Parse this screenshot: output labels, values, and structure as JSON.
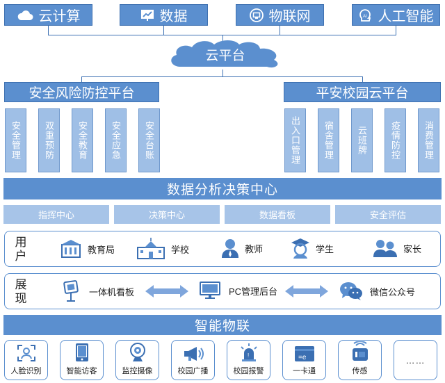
{
  "top_services": [
    {
      "label": "云计算",
      "icon": "cloud-icon"
    },
    {
      "label": "数据",
      "icon": "chart-icon"
    },
    {
      "label": "物联网",
      "icon": "iot-icon"
    },
    {
      "label": "人工智能",
      "icon": "ai-head-icon"
    }
  ],
  "cloud_platform": "云平台",
  "left_platform": {
    "title": "安全风险防控平台",
    "modules": [
      "安全管理",
      "双重预防",
      "安全教育",
      "安全应急",
      "安全台账"
    ]
  },
  "right_platform": {
    "title": "平安校园云平台",
    "modules": [
      "出入口管理",
      "宿舍管理",
      "云班牌",
      "疫情防控",
      "消费管理"
    ]
  },
  "decision_center": {
    "title": "数据分析决策中心",
    "subs": [
      "指挥中心",
      "决策中心",
      "数据看板",
      "安全评估"
    ]
  },
  "users": {
    "title": "用户",
    "items": [
      {
        "label": "教育局",
        "icon": "building-icon"
      },
      {
        "label": "学校",
        "icon": "school-icon"
      },
      {
        "label": "教师",
        "icon": "teacher-icon"
      },
      {
        "label": "学生",
        "icon": "student-icon"
      },
      {
        "label": "家长",
        "icon": "parents-icon"
      }
    ]
  },
  "display": {
    "title": "展现",
    "items": [
      {
        "label": "一体机看板",
        "icon": "kiosk-icon"
      },
      {
        "label": "PC管理后台",
        "icon": "monitor-icon"
      },
      {
        "label": "微信公众号",
        "icon": "wechat-icon"
      }
    ]
  },
  "iot": {
    "title": "智能物联",
    "devices": [
      {
        "label": "人脸识别",
        "icon": "face-recognition-icon"
      },
      {
        "label": "智能访客",
        "icon": "tablet-icon"
      },
      {
        "label": "监控摄像",
        "icon": "camera-icon"
      },
      {
        "label": "校园广播",
        "icon": "megaphone-icon"
      },
      {
        "label": "校园报警",
        "icon": "alarm-icon"
      },
      {
        "label": "一卡通",
        "icon": "card-icon"
      },
      {
        "label": "传感",
        "icon": "sensor-icon"
      },
      {
        "label": "……",
        "icon": ""
      }
    ]
  },
  "colors": {
    "primary": "#5b8fcf",
    "light": "#9fbfe6",
    "line": "#3b6fb2"
  }
}
